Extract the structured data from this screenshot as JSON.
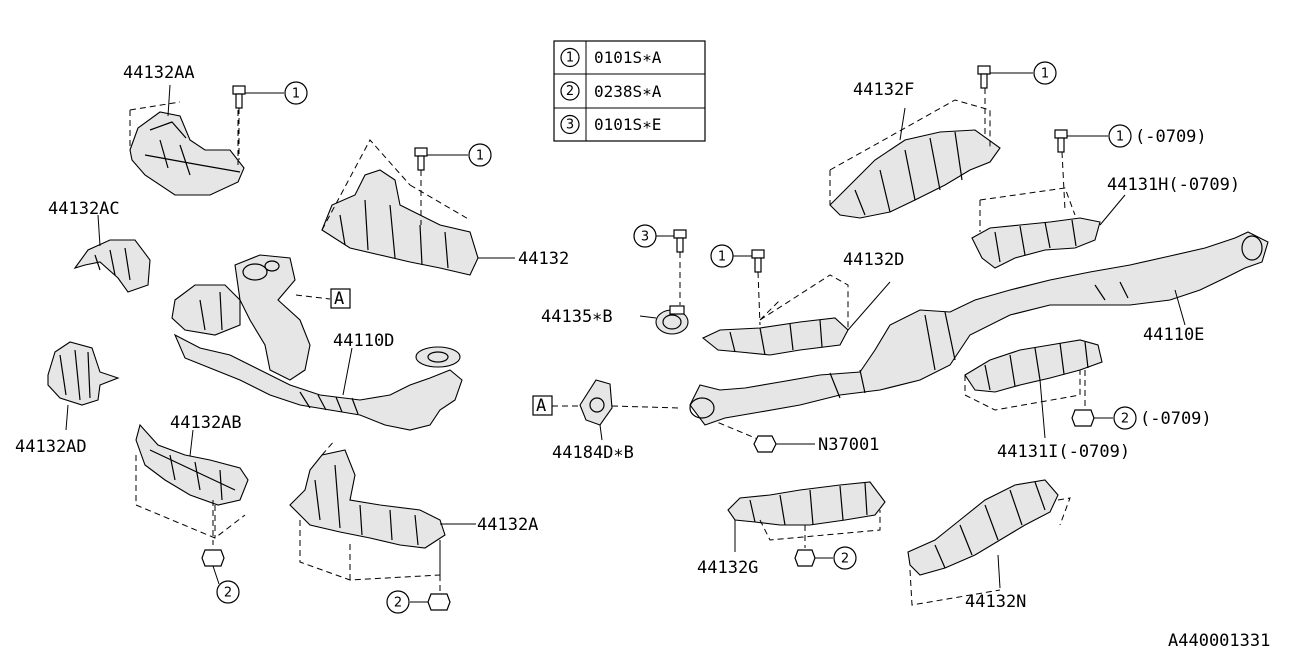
{
  "legend": {
    "rows": [
      {
        "num": "1",
        "code": "0101S∗A"
      },
      {
        "num": "2",
        "code": "0238S∗A"
      },
      {
        "num": "3",
        "code": "0101S∗E"
      }
    ]
  },
  "parts": {
    "p44132AA": "44132AA",
    "p44132AC": "44132AC",
    "p44132AD": "44132AD",
    "p44132AB": "44132AB",
    "p44132": "44132",
    "p44110D": "44110D",
    "p44132A": "44132A",
    "p44135B": "44135∗B",
    "p44184DB": "44184D∗B",
    "pN37001": "N37001",
    "p44132D": "44132D",
    "p44132F": "44132F",
    "p44131H": "44131H(-0709)",
    "p44110E": "44110E",
    "p44131I": "44131I(-0709)",
    "p44132G": "44132G",
    "p44132N": "44132N"
  },
  "callouts": {
    "c_aa": "1",
    "c_44132": "1",
    "c_f": "1",
    "c_h": "1",
    "c_h_note": "(-0709)",
    "c_d": "1",
    "c_clamp": "3",
    "c_i": "2",
    "c_i_note": "(-0709)",
    "c_g": "2",
    "c_ab": "2",
    "c_a": "2"
  },
  "refs": {
    "ref_a_left": "A",
    "ref_a_right": "A"
  },
  "diagram_id": "A440001331"
}
